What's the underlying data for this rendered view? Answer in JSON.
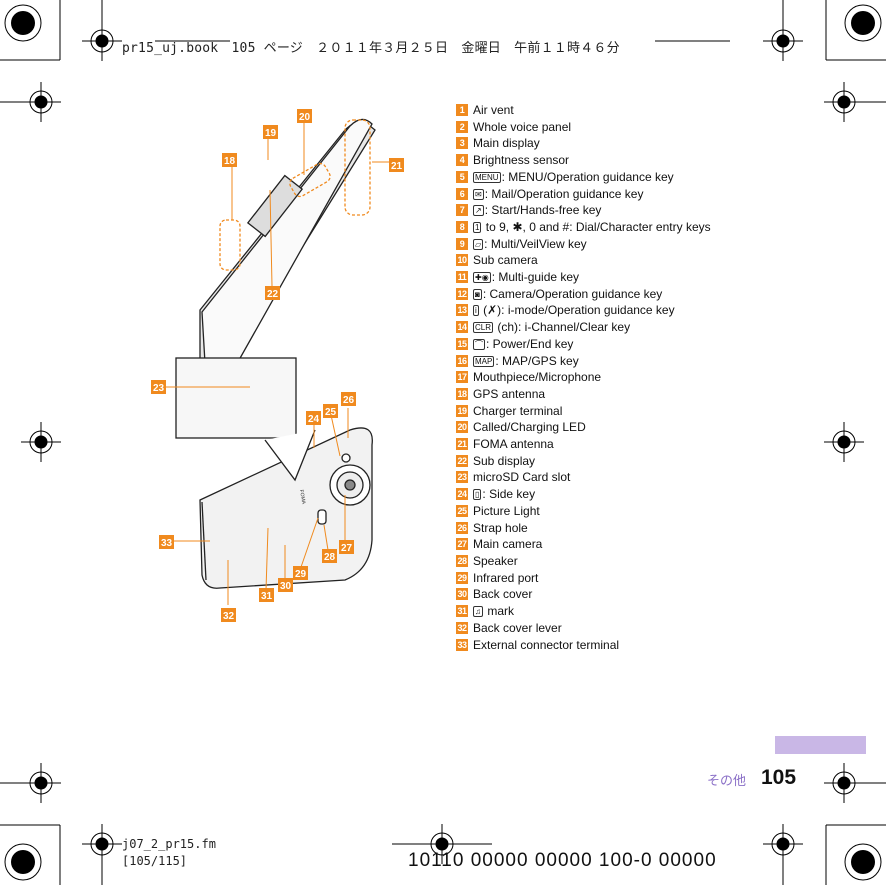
{
  "header": {
    "print_info": "pr15_uj.book　105 ページ　２０１１年３月２５日　金曜日　午前１１時４６分"
  },
  "parts": [
    {
      "num": "1",
      "label": "Air vent"
    },
    {
      "num": "2",
      "label": "Whole voice panel"
    },
    {
      "num": "3",
      "label": "Main display"
    },
    {
      "num": "4",
      "label": "Brightness sensor"
    },
    {
      "num": "5",
      "key": "MENU",
      "label": ": MENU/Operation guidance key"
    },
    {
      "num": "6",
      "key": "✉",
      "label": ": Mail/Operation guidance key"
    },
    {
      "num": "7",
      "key": "↗",
      "label": ": Start/Hands-free key"
    },
    {
      "num": "8",
      "key": "1",
      "label": " to 9, ✱, 0 and #: Dial/Character entry keys"
    },
    {
      "num": "9",
      "key": "▱",
      "label": ": Multi/VeilView key"
    },
    {
      "num": "10",
      "label": "Sub camera"
    },
    {
      "num": "11",
      "key": "✚◉",
      "label": ": Multi-guide key"
    },
    {
      "num": "12",
      "key": "◙",
      "label": ": Camera/Operation guidance key"
    },
    {
      "num": "13",
      "key": "i",
      "label": " (✗): i-mode/Operation guidance key"
    },
    {
      "num": "14",
      "key": "CLR",
      "label": " (ch): i-Channel/Clear key"
    },
    {
      "num": "15",
      "key": "⌒",
      "label": ": Power/End key"
    },
    {
      "num": "16",
      "key": "MAP",
      "label": ": MAP/GPS key"
    },
    {
      "num": "17",
      "label": "Mouthpiece/Microphone"
    },
    {
      "num": "18",
      "label": "GPS antenna"
    },
    {
      "num": "19",
      "label": "Charger terminal"
    },
    {
      "num": "20",
      "label": "Called/Charging LED"
    },
    {
      "num": "21",
      "label": "FOMA antenna"
    },
    {
      "num": "22",
      "label": "Sub display"
    },
    {
      "num": "23",
      "label": "microSD Card slot"
    },
    {
      "num": "24",
      "key": "▯",
      "label": ": Side key"
    },
    {
      "num": "25",
      "label": "Picture Light"
    },
    {
      "num": "26",
      "label": "Strap hole"
    },
    {
      "num": "27",
      "label": "Main camera"
    },
    {
      "num": "28",
      "label": "Speaker"
    },
    {
      "num": "29",
      "label": "Infrared port"
    },
    {
      "num": "30",
      "label": "Back cover"
    },
    {
      "num": "31",
      "key": "♫",
      "label": " mark"
    },
    {
      "num": "32",
      "label": "Back cover lever"
    },
    {
      "num": "33",
      "label": "External connector terminal"
    }
  ],
  "diagram": {
    "callouts": [
      "18",
      "19",
      "20",
      "21",
      "22",
      "23",
      "24",
      "25",
      "26",
      "27",
      "28",
      "29",
      "30",
      "31",
      "32",
      "33"
    ],
    "callout_color": "#f08a1e",
    "phone_text": "FOMA"
  },
  "section": {
    "label": "その他",
    "bar_color": "#c9b7e6"
  },
  "page_number": "105",
  "footer": {
    "file_name": "j07_2_pr15.fm",
    "page_range": "[105/115]",
    "code": "10110 00000 00000 100-0 00000"
  }
}
